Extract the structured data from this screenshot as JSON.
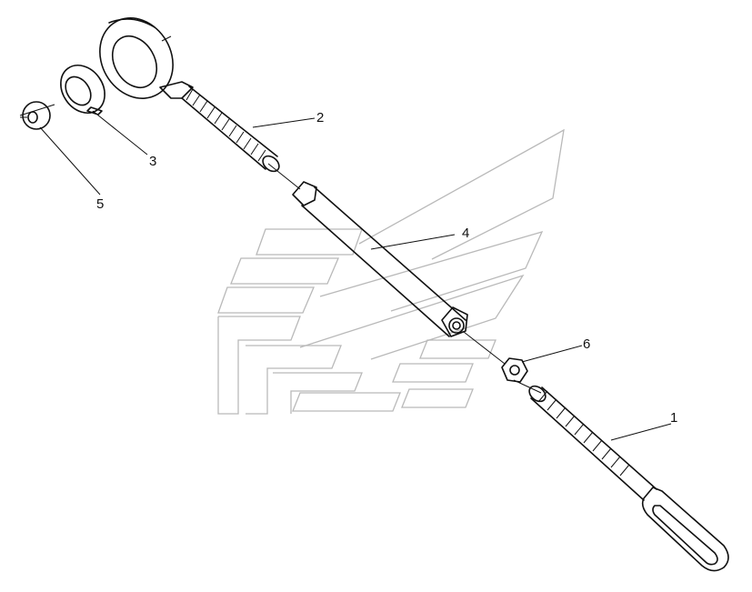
{
  "diagram": {
    "type": "exploded-parts-view",
    "callouts": [
      {
        "id": "1",
        "label": "1"
      },
      {
        "id": "2",
        "label": "2"
      },
      {
        "id": "3",
        "label": "3"
      },
      {
        "id": "4",
        "label": "4"
      },
      {
        "id": "5",
        "label": "5"
      },
      {
        "id": "6",
        "label": "6"
      }
    ],
    "colors": {
      "ink": "#111111",
      "watermark": "#b9b9b9",
      "background": "#ffffff"
    }
  }
}
